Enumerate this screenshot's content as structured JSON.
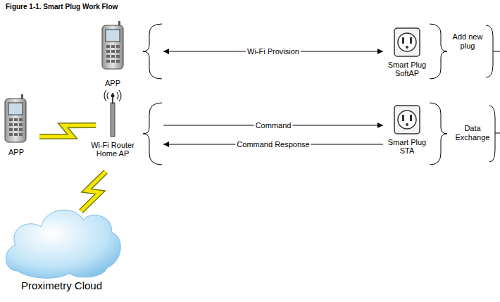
{
  "diagram": {
    "title": "Figure 1-1. Smart Plug Work Flow",
    "nodes": [
      {
        "text": [
          "APP"
        ]
      },
      {
        "text": [
          "Smart Plug SoftAP"
        ]
      },
      {
        "text": [
          "APP"
        ]
      },
      {
        "text": [
          "Wi-Fi Router Home AP"
        ]
      },
      {
        "text": [
          "Smart Plug STA"
        ]
      },
      {
        "text": [
          "Proximetry Cloud"
        ]
      }
    ],
    "edges": [
      {
        "from": 0,
        "to": 1,
        "label": "Wi-Fi Provision",
        "arrow": "both"
      },
      {
        "from": 3,
        "to": 4,
        "label": "Command",
        "arrow": "to"
      },
      {
        "from": 4,
        "to": 3,
        "label": "Command Response",
        "arrow": "to"
      },
      {
        "from": 2,
        "to": 3,
        "arrow": "none"
      },
      {
        "from": 3,
        "to": 5,
        "arrow": "none"
      }
    ],
    "labels": [
      "Add new plug",
      "Data Exchange"
    ]
  }
}
